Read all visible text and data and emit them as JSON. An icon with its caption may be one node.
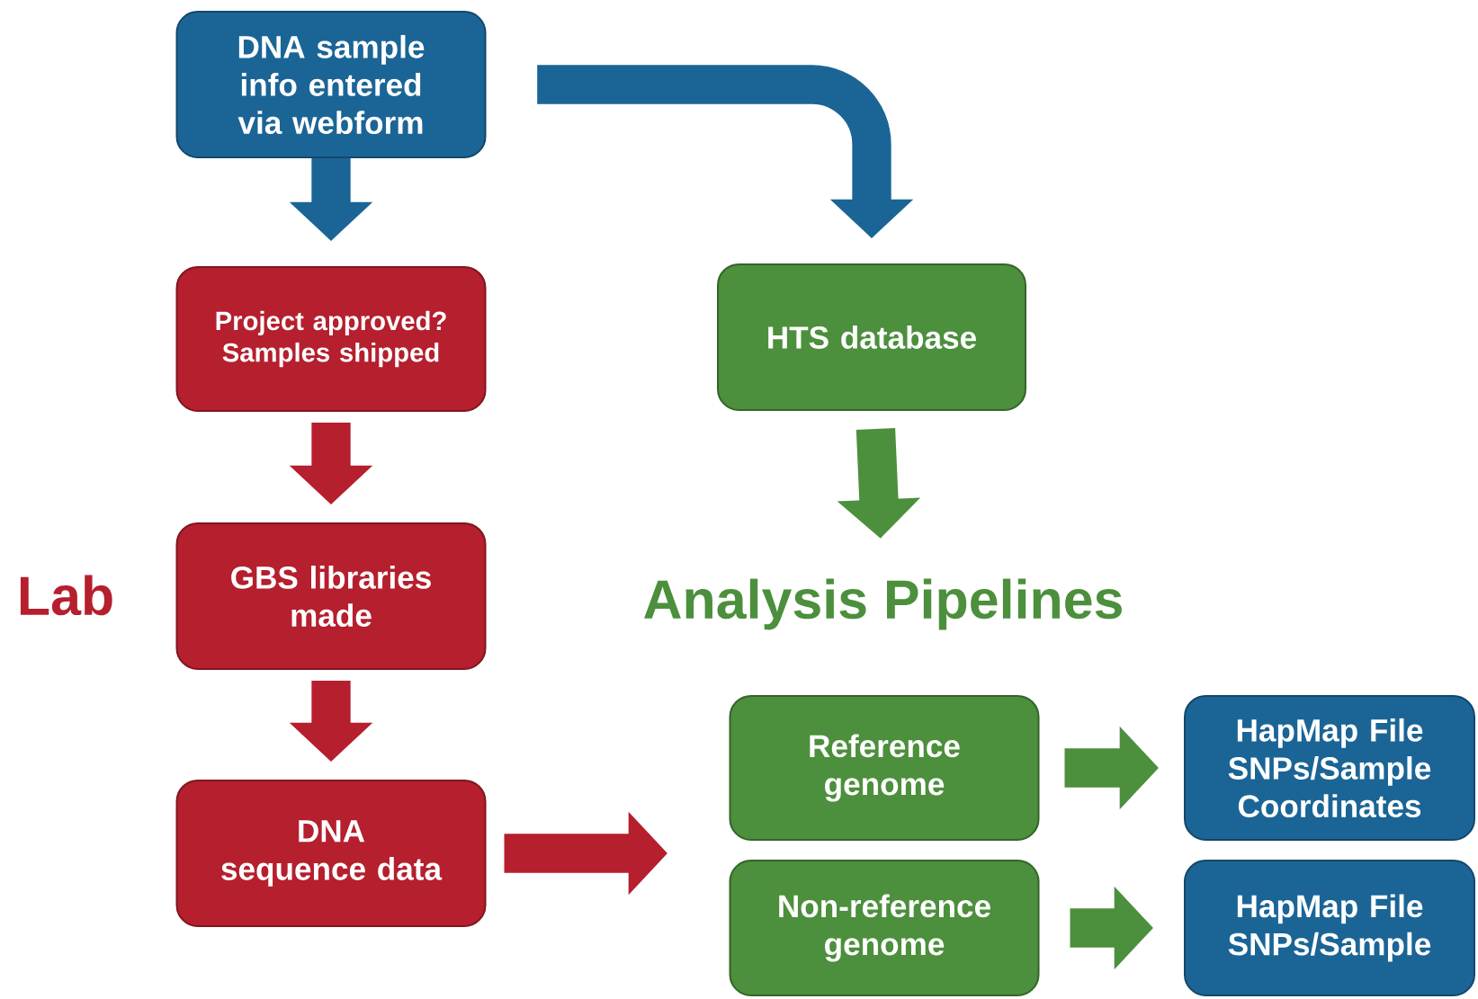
{
  "diagram": {
    "nodes": [
      {
        "text": [
          "DNA sample info entered via webform"
        ]
      },
      {
        "text": [
          "Project approved? Samples shipped"
        ]
      },
      {
        "text": [
          "GBS libraries made"
        ]
      },
      {
        "text": [
          "DNA sequence data"
        ]
      },
      {
        "text": [
          "HTS database"
        ]
      },
      {
        "text": [
          "Reference genome"
        ]
      },
      {
        "text": [
          "Non-reference genome"
        ]
      },
      {
        "text": [
          "HapMap File SNPs/Sample Coordinates"
        ]
      },
      {
        "text": [
          "HapMap File SNPs/Sample"
        ]
      },
      {
        "text": [
          "Analysis Pipelines"
        ]
      }
    ],
    "edges": [
      {
        "from": 0,
        "to": 1,
        "arrow": "to",
        "color": "#1b6596"
      },
      {
        "from": 0,
        "to": 4,
        "arrow": "to",
        "color": "#1b6596"
      },
      {
        "from": 1,
        "to": 2,
        "arrow": "to",
        "color": "#b51f2e"
      },
      {
        "from": 2,
        "to": 3,
        "arrow": "to",
        "color": "#b51f2e"
      },
      {
        "from": 4,
        "to": 9,
        "arrow": "to",
        "color": "#4c8f3c"
      },
      {
        "from": 3,
        "to": null,
        "arrow": "to",
        "color": "#b51f2e"
      },
      {
        "from": 5,
        "to": 7,
        "arrow": "to",
        "color": "#4c8f3c"
      },
      {
        "from": 6,
        "to": 8,
        "arrow": "to",
        "color": "#4c8f3c"
      }
    ],
    "labels": [
      "Lab"
    ]
  }
}
